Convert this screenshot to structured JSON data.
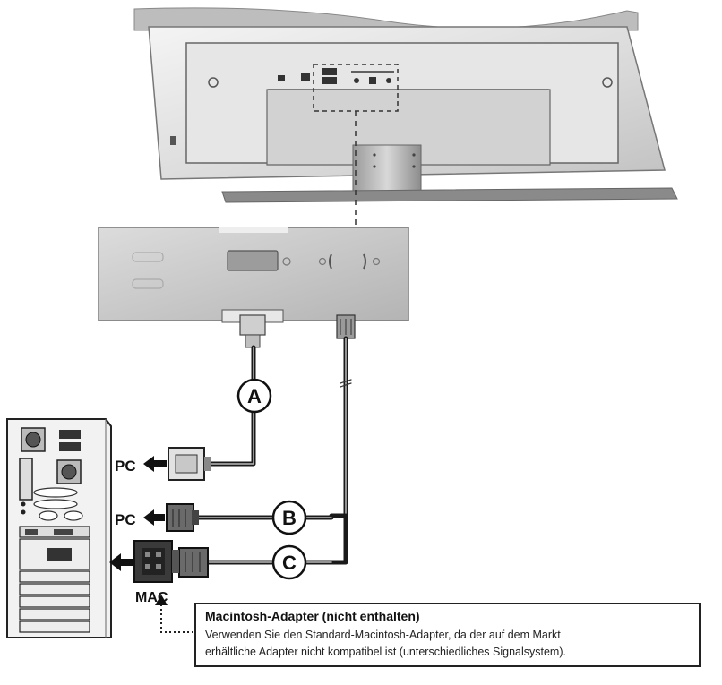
{
  "labels": {
    "pc_top": "PC",
    "pc_middle": "PC",
    "mac": "MAC"
  },
  "cables": {
    "a": "A",
    "b": "B",
    "c": "C"
  },
  "note": {
    "title": "Macintosh-Adapter (nicht enthalten)",
    "line1": "Verwenden Sie den Standard-Macintosh-Adapter, da der auf dem Markt",
    "line2": "erhältliche Adapter nicht kompatibel ist (unterschiedliches Signalsystem)."
  }
}
